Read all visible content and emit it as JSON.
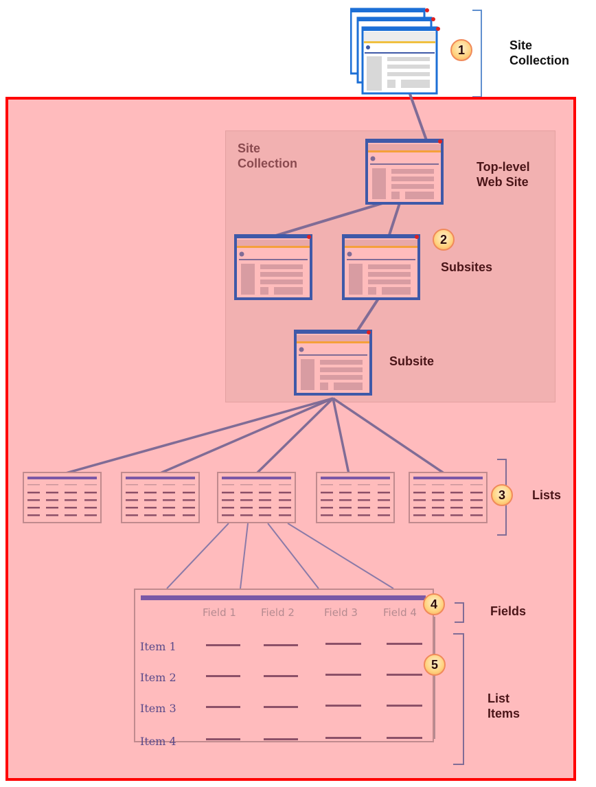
{
  "colors": {
    "frame_border": "#ff0000",
    "frame_fill": "#ffbbbd",
    "connector": "#806c96",
    "window_blue": "#3f59a8",
    "accent_orange": "#f5a03a",
    "list_header": "#7b58a6",
    "row_dash": "#8c5068"
  },
  "callouts": [
    {
      "number": "1",
      "label_line1": "Site",
      "label_line2": "Collection"
    },
    {
      "number": "2",
      "label": "Subsites"
    },
    {
      "number": "3",
      "label": "Lists"
    },
    {
      "number": "4",
      "label": "Fields"
    },
    {
      "number": "5",
      "label_line1": "List",
      "label_line2": "Items"
    }
  ],
  "site_collection_box": {
    "line1": "Site",
    "line2": "Collection"
  },
  "top_level": {
    "line1": "Top-level",
    "line2": "Web Site"
  },
  "subsite_label": "Subsite",
  "list_detail": {
    "fields": [
      "Field 1",
      "Field 2",
      "Field 3",
      "Field 4"
    ],
    "items": [
      "Item 1",
      "Item 2",
      "Item 3",
      "Item 4"
    ]
  },
  "icons": {
    "site_window": "browser-window-icon",
    "list_table": "list-table-icon"
  }
}
